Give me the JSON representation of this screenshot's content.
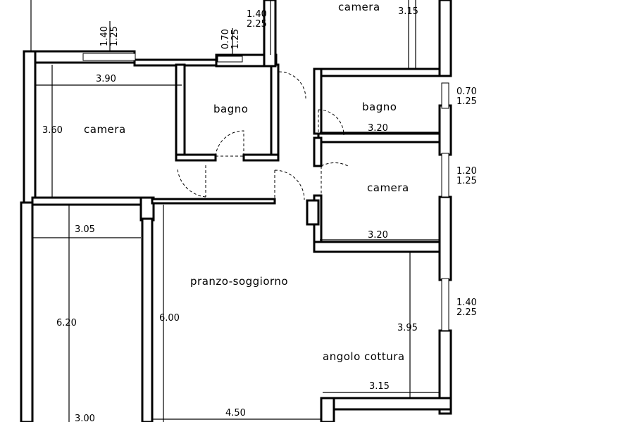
{
  "rooms": {
    "camera_top": "camera",
    "camera_left": "camera",
    "bagno_center": "bagno",
    "bagno_right": "bagno",
    "camera_right": "camera",
    "pranzo": "pranzo-soggiorno",
    "angolo": "angolo cottura"
  },
  "dimensions": {
    "top_mid_a": "1.40",
    "top_mid_b": "2.25",
    "top_right_depth": "3.15",
    "win_left_a": "1.40",
    "win_left_b": "1.25",
    "win_bagno_a": "0.70",
    "win_bagno_b": "1.25",
    "camera_left_width": "3.90",
    "camera_left_depth": "3.60",
    "right_win1_a": "0.70",
    "right_win1_b": "1.25",
    "bagno_right_width": "3.20",
    "right_win2_a": "1.20",
    "right_win2_b": "1.25",
    "camera_right_width": "3.20",
    "right_win3_a": "1.40",
    "right_win3_b": "2.25",
    "balcony_width": "3.05",
    "balcony_depth": "6.20",
    "living_depth": "6.00",
    "living_right_depth": "3.95",
    "kitchen_width": "3.15",
    "bottom_left": "3.00",
    "bottom_mid": "4.50"
  }
}
